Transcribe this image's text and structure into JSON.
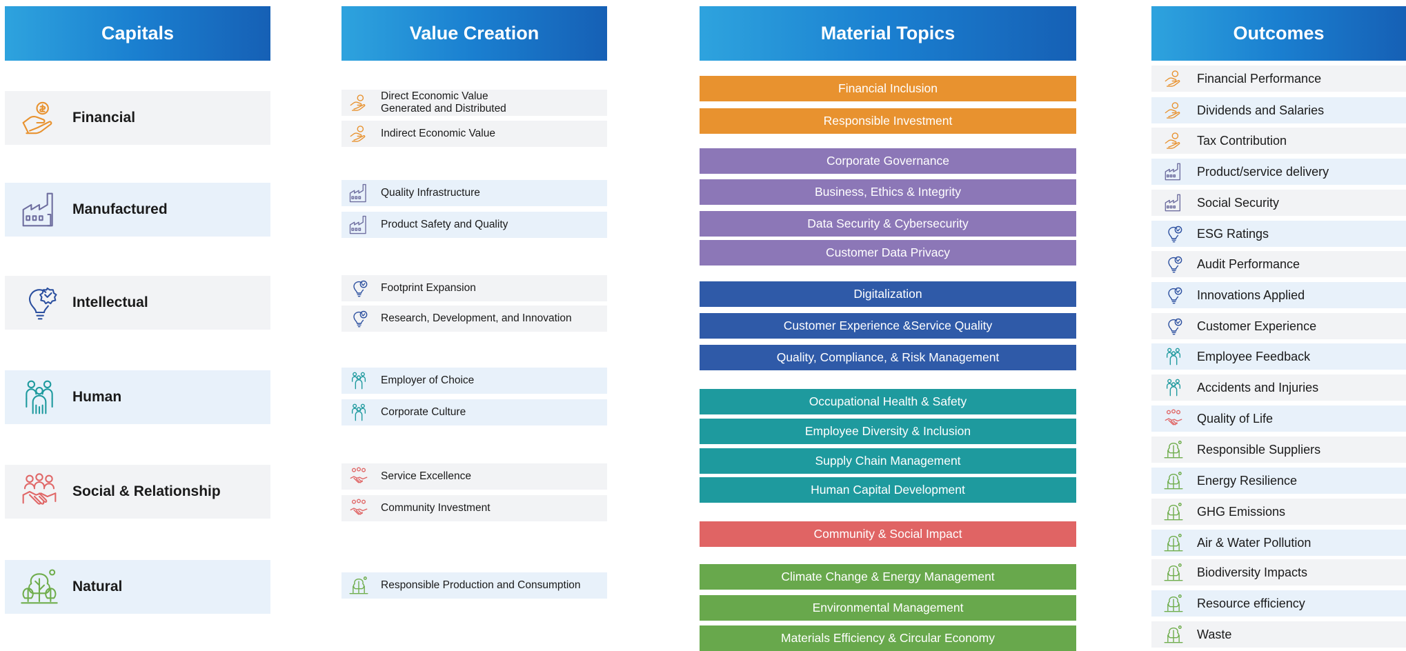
{
  "headers": {
    "capitals": "Capitals",
    "value_creation": "Value Creation",
    "material_topics": "Material Topics",
    "outcomes": "Outcomes"
  },
  "colors": {
    "financial": "#e8922f",
    "manufactured": "#6e6e9f",
    "intellectual": "#2b4f9f",
    "human": "#1e9a9e",
    "social": "#e06767",
    "natural": "#6fad4c",
    "governance_purple": "#8c77b7",
    "digital_blue": "#2f5aa8",
    "teal": "#1e9a9e",
    "green": "#68a84c",
    "red": "#e06464",
    "orange": "#e8922f"
  },
  "capitals": [
    {
      "label": "Financial",
      "icon": "hand-coin-icon"
    },
    {
      "label": "Manufactured",
      "icon": "factory-icon"
    },
    {
      "label": "Intellectual",
      "icon": "lightbulb-badge-icon"
    },
    {
      "label": "Human",
      "icon": "people-group-icon"
    },
    {
      "label": "Social & Relationship",
      "icon": "handshake-people-icon"
    },
    {
      "label": "Natural",
      "icon": "trees-icon"
    }
  ],
  "value_creation": [
    {
      "label": "Direct Economic Value\nGenerated and Distributed",
      "icon": "hand-coin-icon"
    },
    {
      "label": "Indirect Economic Value",
      "icon": "hand-coin-icon"
    },
    {
      "label": "Quality Infrastructure",
      "icon": "factory-icon"
    },
    {
      "label": "Product Safety and Quality",
      "icon": "factory-icon"
    },
    {
      "label": "Footprint Expansion",
      "icon": "lightbulb-badge-icon"
    },
    {
      "label": "Research, Development, and Innovation",
      "icon": "lightbulb-badge-icon"
    },
    {
      "label": "Employer of Choice",
      "icon": "people-group-icon"
    },
    {
      "label": "Corporate Culture",
      "icon": "people-group-icon"
    },
    {
      "label": "Service Excellence",
      "icon": "handshake-people-icon"
    },
    {
      "label": "Community Investment",
      "icon": "handshake-people-icon"
    },
    {
      "label": "Responsible Production and Consumption",
      "icon": "trees-icon"
    }
  ],
  "material_topics": [
    {
      "label": "Financial Inclusion",
      "color": "#e8922f"
    },
    {
      "label": "Responsible Investment",
      "color": "#e8922f"
    },
    {
      "label": "Corporate Governance",
      "color": "#8c77b7"
    },
    {
      "label": "Business, Ethics & Integrity",
      "color": "#8c77b7"
    },
    {
      "label": "Data Security & Cybersecurity",
      "color": "#8c77b7"
    },
    {
      "label": "Customer Data Privacy",
      "color": "#8c77b7"
    },
    {
      "label": "Digitalization",
      "color": "#2f5aa8"
    },
    {
      "label": "Customer Experience &Service Quality",
      "color": "#2f5aa8"
    },
    {
      "label": "Quality, Compliance, & Risk Management",
      "color": "#2f5aa8"
    },
    {
      "label": "Occupational Health & Safety",
      "color": "#1e9a9e"
    },
    {
      "label": "Employee Diversity & Inclusion",
      "color": "#1e9a9e"
    },
    {
      "label": "Supply Chain Management",
      "color": "#1e9a9e"
    },
    {
      "label": "Human Capital Development",
      "color": "#1e9a9e"
    },
    {
      "label": "Community & Social Impact",
      "color": "#e06464"
    },
    {
      "label": "Climate Change & Energy Management",
      "color": "#68a84c"
    },
    {
      "label": "Environmental Management",
      "color": "#68a84c"
    },
    {
      "label": "Materials Efficiency & Circular Economy",
      "color": "#68a84c"
    }
  ],
  "outcomes": [
    {
      "label": "Financial Performance",
      "icon": "hand-coin-icon"
    },
    {
      "label": "Dividends and Salaries",
      "icon": "hand-coin-icon"
    },
    {
      "label": "Tax Contribution",
      "icon": "hand-coin-icon"
    },
    {
      "label": "Product/service delivery",
      "icon": "factory-icon"
    },
    {
      "label": "Social Security",
      "icon": "factory-icon"
    },
    {
      "label": "ESG Ratings",
      "icon": "lightbulb-badge-icon"
    },
    {
      "label": "Audit Performance",
      "icon": "lightbulb-badge-icon"
    },
    {
      "label": "Innovations Applied",
      "icon": "lightbulb-badge-icon"
    },
    {
      "label": "Customer Experience",
      "icon": "lightbulb-badge-icon"
    },
    {
      "label": "Employee Feedback",
      "icon": "people-group-icon"
    },
    {
      "label": "Accidents and Injuries",
      "icon": "people-group-icon"
    },
    {
      "label": "Quality of Life",
      "icon": "handshake-people-icon"
    },
    {
      "label": "Responsible Suppliers",
      "icon": "trees-icon"
    },
    {
      "label": "Energy Resilience",
      "icon": "trees-icon"
    },
    {
      "label": "GHG Emissions",
      "icon": "trees-icon"
    },
    {
      "label": "Air & Water Pollution",
      "icon": "trees-icon"
    },
    {
      "label": "Biodiversity Impacts",
      "icon": "trees-icon"
    },
    {
      "label": "Resource efficiency",
      "icon": "trees-icon"
    },
    {
      "label": "Waste",
      "icon": "trees-icon"
    }
  ]
}
